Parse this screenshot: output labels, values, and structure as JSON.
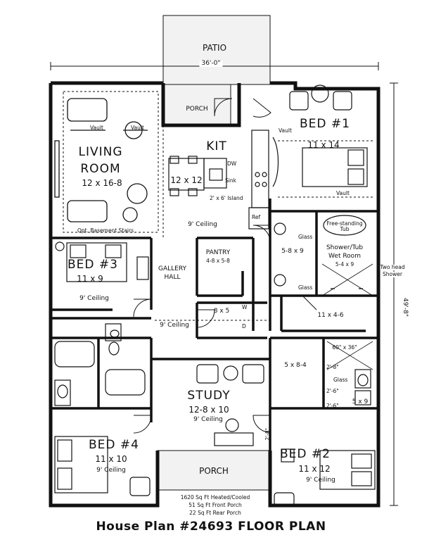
{
  "plan_title": "House Plan #24693 FLOOR PLAN",
  "overall_width": "36'-0\"",
  "overall_depth": "49'-8\"",
  "summary": {
    "heated": "1620 Sq Ft Heated/Cooled",
    "front_porch": "51 Sq Ft Front Porch",
    "rear_porch": "22 Sq Ft Rear Porch"
  },
  "rooms": {
    "patio": "PATIO",
    "porch_rear": "PORCH",
    "living_name_1": "LIVING",
    "living_name_2": "ROOM",
    "living_size": "12 x 16-8",
    "vault_1": "Vault",
    "vault_2": "Vault",
    "basement": "Opt. Basement Stairs",
    "kit_name": "KIT",
    "kit_size": "12 x 12",
    "kit_ceiling": "9' Ceiling",
    "island": "2' x 6' Island",
    "dw": "DW",
    "sink": "Sink",
    "ref": "Ref",
    "bed1_name": "BED #1",
    "bed1_size": "11 x 14",
    "bed1_vault_1": "Vault",
    "bed1_vault_2": "Vault",
    "bath1_size": "5-8 x 9",
    "glass_1": "Glass",
    "glass_2": "Glass",
    "tub": "Free-standing Tub",
    "wetroom_1": "Shower/Tub",
    "wetroom_2": "Wet Room",
    "wetroom_size": "5-4 x 9",
    "two_head_1": "Two head",
    "two_head_2": "Shower",
    "closet1_size": "11 x 4-6",
    "bed3_name": "BED #3",
    "bed3_size": "11 x 9",
    "bed3_ceiling": "9' Ceiling",
    "gallery_1": "GALLERY",
    "gallery_2": "HALL",
    "pantry_name": "PANTRY",
    "pantry_size": "4-8 x 5-8",
    "laundry_size": "8 x 5",
    "w": "W",
    "d": "D",
    "hall_ceiling": "9' Ceiling",
    "study_name": "STUDY",
    "study_size": "12-8 x 10",
    "study_ceiling": "9' Ceiling",
    "bath2_size": "5 x 8-4",
    "shower": "60\" x 36\"",
    "glass_3": "Glass",
    "dim_a": "2'-8\"",
    "dim_b": "2'-6\"",
    "dim_c": "2'-6\"",
    "dim_d": "2'-8\"",
    "closet2_size": "5 x 9",
    "bed4_name": "BED #4",
    "bed4_size": "11 x 10",
    "bed4_ceiling": "9' Ceiling",
    "porch_front": "PORCH",
    "bed2_name": "BED #2",
    "bed2_size": "11 x 12",
    "bed2_ceiling": "9' Ceiling"
  }
}
